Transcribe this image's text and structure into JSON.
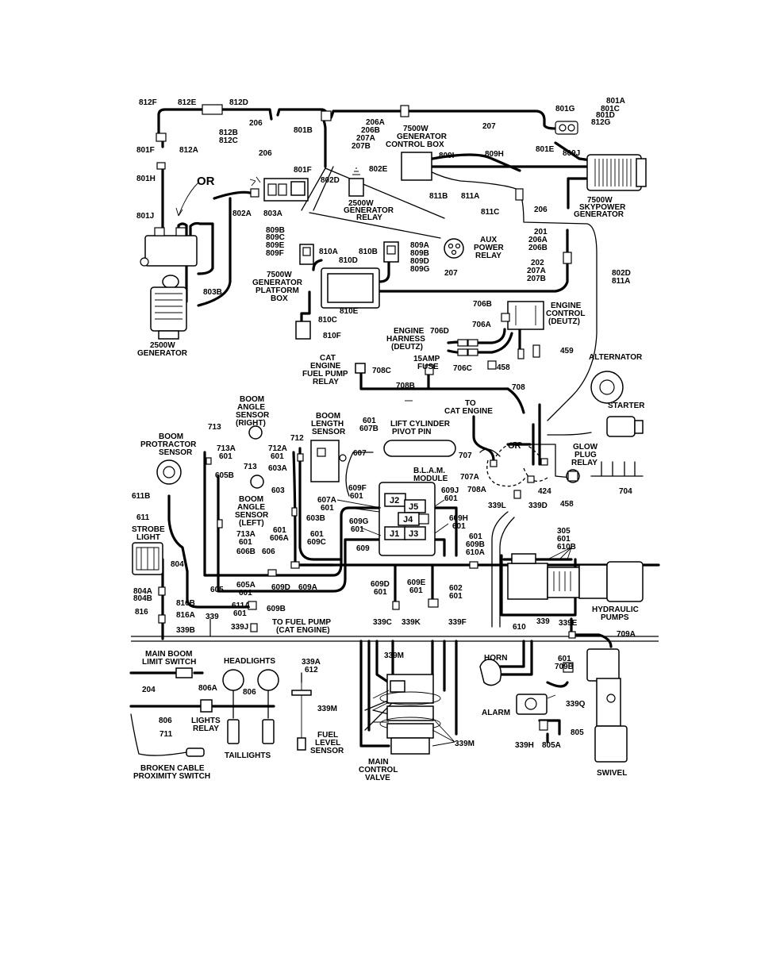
{
  "labels": {
    "w812F": "812F",
    "w812E": "812E",
    "w812D": "812D",
    "w206": "206",
    "w812B_812C": [
      "812B",
      "812C"
    ],
    "w812A": "812A",
    "w801F_top": "801F",
    "w801H": "801H",
    "w801J": "801J",
    "or_top": "OR",
    "w206_mid": "206",
    "w801F": "801F",
    "w802A": "802A",
    "w803A": "803A",
    "w802D": "802D",
    "w801B": "801B",
    "w206A_group": [
      "206A",
      "206B",
      "207A",
      "207B"
    ],
    "gen_ctrl_box": [
      "7500W",
      "GENERATOR",
      "CONTROL BOX"
    ],
    "w207_top": "207",
    "w801G": "801G",
    "w801A_group": [
      "801A",
      "801C",
      "801D",
      "812G"
    ],
    "w801E": "801E",
    "w809J": "809J",
    "w809H": "809H",
    "w809I": "809I",
    "w802E": "802E",
    "gen_relay": [
      "2500W",
      "GENERATOR",
      "RELAY"
    ],
    "w811B": "811B",
    "w811A": "811A",
    "w811C": "811C",
    "w206_right": "206",
    "skypower": [
      "7500W",
      "SKYPOWER",
      "GENERATOR"
    ],
    "w803B": "803B",
    "gen2500": [
      "2500W",
      "GENERATOR"
    ],
    "w809B_group": [
      "809B",
      "809C",
      "809E",
      "809F"
    ],
    "w810A": "810A",
    "w810D": "810D",
    "w810B": "810B",
    "w809A_group": [
      "809A",
      "809B",
      "809D",
      "809G"
    ],
    "aux_relay": [
      "AUX",
      "POWER",
      "RELAY"
    ],
    "w201_group": [
      "201",
      "206A",
      "206B"
    ],
    "w202_group": [
      "202",
      "207A",
      "207B"
    ],
    "w207_mid": "207",
    "platform_box": [
      "7500W",
      "GENERATOR",
      "PLATFORM",
      "BOX"
    ],
    "w810E": "810E",
    "w810C": "810C",
    "w810F": "810F",
    "w802D_811A": [
      "802D",
      "811A"
    ],
    "w706B": "706B",
    "engine_control": [
      "ENGINE",
      "CONTROL",
      "(DEUTZ)"
    ],
    "w706A": "706A",
    "w706D": "706D",
    "engine_harness": [
      "ENGINE",
      "HARNESS",
      "(DEUTZ)"
    ],
    "fuse": [
      "15AMP",
      "FUSE"
    ],
    "w706C": "706C",
    "w458_top": "458",
    "w459": "459",
    "cat_relay": [
      "CAT",
      "ENGINE",
      "FUEL PUMP",
      "RELAY"
    ],
    "w708C": "708C",
    "w708B": "708B",
    "w708": "708",
    "alternator": "ALTERNATOR",
    "starter": "STARTER",
    "to_cat": [
      "TO",
      "CAT ENGINE"
    ],
    "boom_angle_right": [
      "BOOM",
      "ANGLE",
      "SENSOR",
      "(RIGHT)"
    ],
    "boom_length": [
      "BOOM",
      "LENGTH",
      "SENSOR"
    ],
    "w601_607B": [
      "601",
      "607B"
    ],
    "lift_cyl": [
      "LIFT CYLINDER",
      "PIVOT PIN"
    ],
    "w713": "713",
    "w712": "712",
    "w713A_601": [
      "713A",
      "601"
    ],
    "w712A_601": [
      "712A",
      "601"
    ],
    "w607": "607",
    "w707": "707",
    "or_mid": "OR",
    "glow_plug": [
      "GLOW",
      "PLUG",
      "RELAY"
    ],
    "boom_protractor": [
      "BOOM",
      "PROTRACTOR",
      "SENSOR"
    ],
    "w605B": "605B",
    "w713_mid": "713",
    "w603A": "603A",
    "blam": [
      "B.L.A.M.",
      "MODULE"
    ],
    "w707A": "707A",
    "w708A": "708A",
    "w424": "424",
    "w458": "458",
    "w704": "704",
    "boom_angle_left": [
      "BOOM",
      "ANGLE",
      "SENSOR",
      "(LEFT)"
    ],
    "w603": "603",
    "w609F_601": [
      "609F",
      "601"
    ],
    "w609J_601": [
      "609J",
      "601"
    ],
    "w607A_601": [
      "607A",
      "601"
    ],
    "J2": "J2",
    "J5": "J5",
    "J4": "J4",
    "J1": "J1",
    "J3": "J3",
    "w339L": "339L",
    "w339D": "339D",
    "w611B": "611B",
    "w611": "611",
    "strobe": [
      "STROBE",
      "LIGHT"
    ],
    "w603B": "603B",
    "w601_606A": [
      "601",
      "606A"
    ],
    "w609G_601": [
      "609G",
      "601"
    ],
    "w609H_601": [
      "609H",
      "601"
    ],
    "w713A_601_b": [
      "713A",
      "601"
    ],
    "w606B": "606B",
    "w606": "606",
    "w601_609C": [
      "601",
      "609C"
    ],
    "w609": "609",
    "w601_609B_610A": [
      "601",
      "609B",
      "610A"
    ],
    "w305_group": [
      "305",
      "601",
      "610B"
    ],
    "w804": "804",
    "w605": "605",
    "w605A_601": [
      "605A",
      "601"
    ],
    "w609D": "609D",
    "w609A": "609A",
    "w609D_601": [
      "609D",
      "601"
    ],
    "w609E_601": [
      "609E",
      "601"
    ],
    "w602_601": [
      "602",
      "601"
    ],
    "hydraulic": [
      "HYDRAULIC",
      "PUMPS"
    ],
    "w804A_804B": [
      "804A",
      "804B"
    ],
    "w816B": "816B",
    "w816": "816",
    "w816A": "816A",
    "w611A_601": [
      "611A",
      "601"
    ],
    "w609B": "609B",
    "w339B": "339B",
    "w339": "339",
    "w339J": "339J",
    "to_fuel_pump": [
      "TO FUEL PUMP",
      "(CAT ENGINE)"
    ],
    "w339C": "339C",
    "w339K": "339K",
    "w339F": "339F",
    "w610": "610",
    "w339_right": "339",
    "w339E": "339E",
    "w709A": "709A",
    "main_boom": [
      "MAIN BOOM",
      "LIMIT SWITCH"
    ],
    "headlights": "HEADLIGHTS",
    "w339A_612": [
      "339A",
      "612"
    ],
    "w339M": "339M",
    "horn": "HORN",
    "w601_709B": [
      "601",
      "709B"
    ],
    "w204": "204",
    "w806A": "806A",
    "w806": "806",
    "w806_left": "806",
    "lights_relay": [
      "LIGHTS",
      "RELAY"
    ],
    "w711": "711",
    "w339M_left": "339M",
    "fuel_level": [
      "FUEL",
      "LEVEL",
      "SENSOR"
    ],
    "alarm": "ALARM",
    "w339Q": "339Q",
    "w805": "805",
    "w339M_right": "339M",
    "taillights": "TAILLIGHTS",
    "w339H": "339H",
    "w805A": "805A",
    "broken_cable": [
      "BROKEN CABLE",
      "PROXIMITY SWITCH"
    ],
    "main_valve": [
      "MAIN",
      "CONTROL",
      "VALVE"
    ],
    "swivel": "SWIVEL"
  }
}
